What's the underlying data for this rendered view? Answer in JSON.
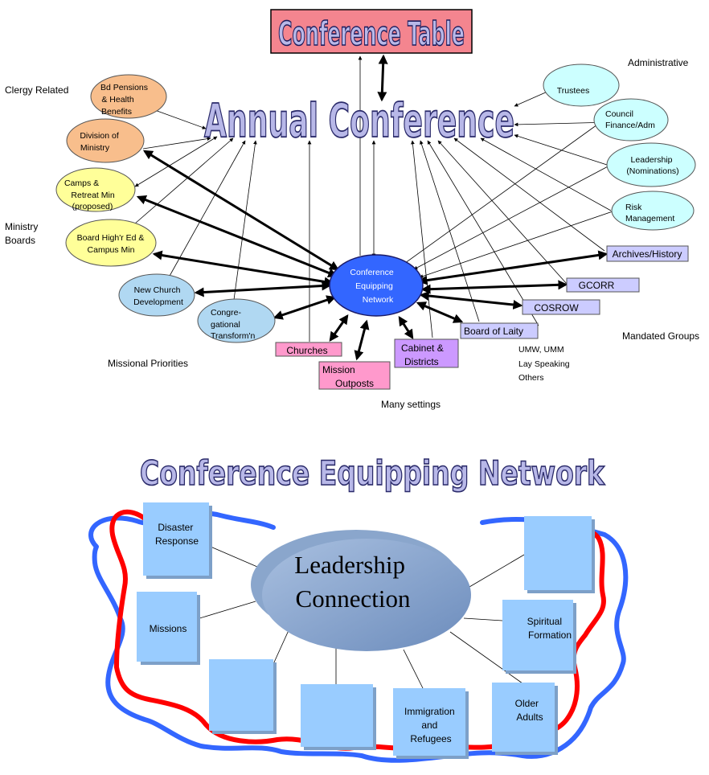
{
  "top": {
    "conference_table": "Conference Table",
    "annual_conference": "Annual Conference",
    "network_center": [
      "Conference",
      "Equipping",
      "Network"
    ]
  },
  "group_labels": {
    "clergy_related": "Clergy Related",
    "administrative": "Administrative",
    "ministry_boards": [
      "Ministry",
      "Boards"
    ],
    "missional_priorities": "Missional Priorities",
    "mandated_groups": "Mandated Groups",
    "many_settings": "Many settings"
  },
  "left_nodes": {
    "bd_pensions": [
      "Bd Pensions",
      "& Health",
      "Benefits"
    ],
    "division_ministry": [
      "Division of",
      "Ministry"
    ],
    "camps": [
      "Camps &",
      "Retreat Min",
      "(proposed)"
    ],
    "board_higher_ed": [
      "Board High'r Ed &",
      "Campus Min"
    ],
    "new_church": [
      "New Church",
      "Development"
    ],
    "congregational": [
      "Congre-",
      "gational",
      "Transform'n"
    ]
  },
  "right_nodes": {
    "trustees": "Trustees",
    "council_finance": [
      "Council",
      "Finance/Adm"
    ],
    "leadership_nominations": [
      "Leadership",
      "(Nominations)"
    ],
    "risk_management": [
      "Risk",
      "Management"
    ]
  },
  "mandated": {
    "archives": "Archives/History",
    "gcorr": "GCORR",
    "cosrow": "COSROW",
    "board_laity": "Board of Laity",
    "laity_sub": [
      "UMW, UMM",
      "Lay Speaking",
      "Others"
    ]
  },
  "settings": {
    "churches": "Churches",
    "mission_outposts": [
      "Mission",
      "Outposts"
    ],
    "cabinet": [
      "Cabinet &",
      "Districts"
    ]
  },
  "bottom": {
    "title": "Conference Equipping Network",
    "center": [
      "Leadership",
      "Connection"
    ],
    "boxes": {
      "disaster": [
        "Disaster",
        "Response"
      ],
      "missions": "Missions",
      "spiritual": [
        "Spiritual",
        "Formation"
      ],
      "older": [
        "Older",
        "Adults"
      ],
      "immigration": [
        "Immigration",
        "and",
        "Refugees"
      ]
    }
  },
  "colors": {
    "table_fill": "#f4858f",
    "title_fill": "#b8b8e8",
    "orange": "#f8be8c",
    "yellow": "#ffff99",
    "light_blue": "#b0d8f2",
    "cyan": "#ccffff",
    "network_blue": "#3366ff",
    "lavender": "#ccccff",
    "pink": "#ff99cc",
    "purple": "#cc99ff",
    "box_blue": "#99ccff",
    "red_line": "#ff0000",
    "blue_line": "#3366ff",
    "ellipse_blue": "#7f9ec8"
  }
}
